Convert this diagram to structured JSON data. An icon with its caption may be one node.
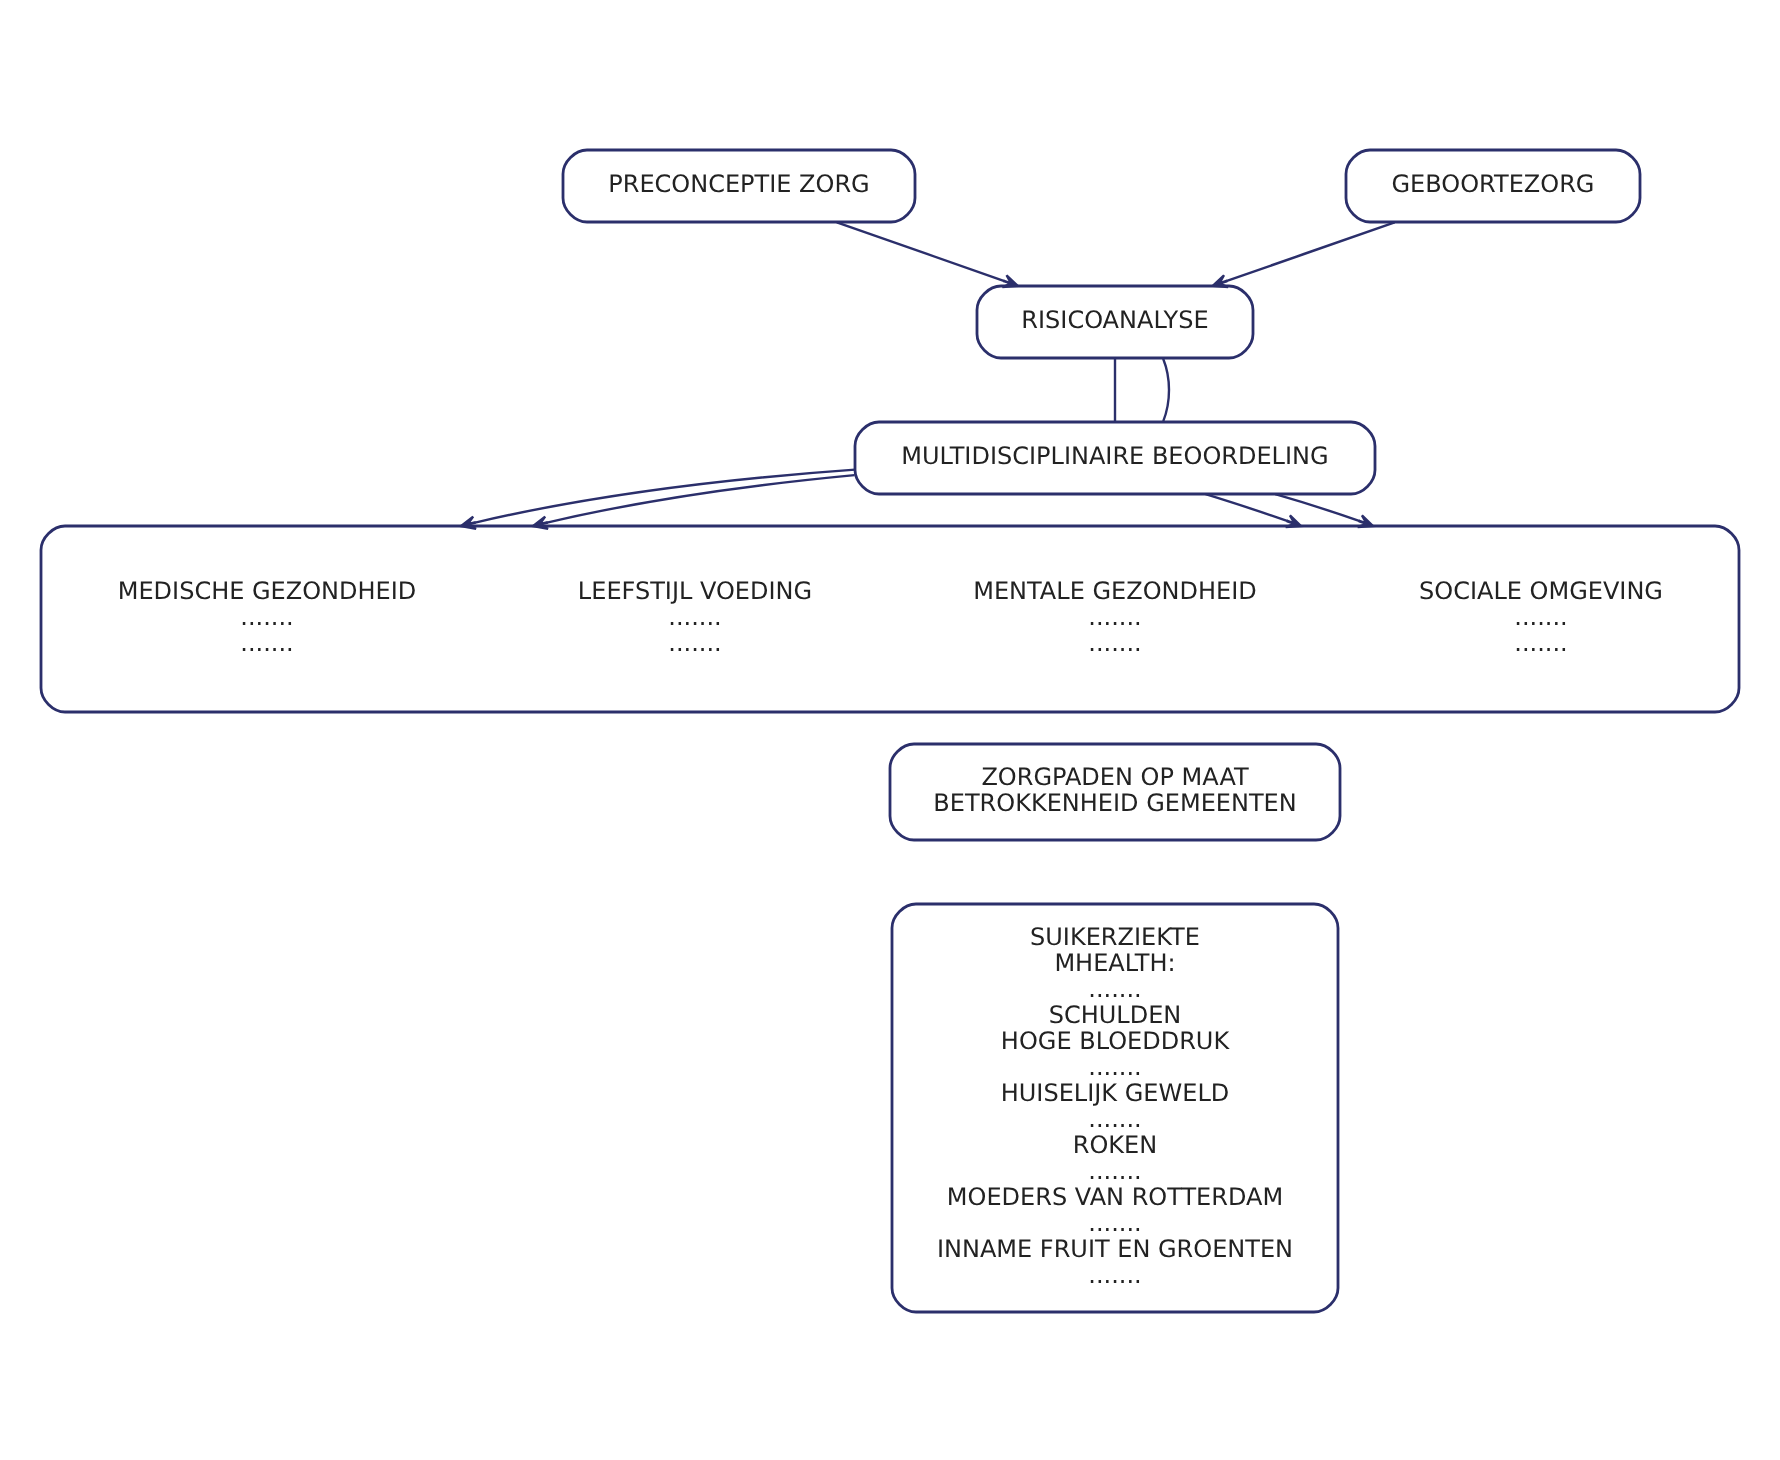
{
  "diagram": {
    "nodes": [
      {
        "text": [
          "PRECONCEPTIE ZORG"
        ]
      },
      {
        "text": [
          "GEBOORTEZORG"
        ]
      },
      {
        "text": [
          "RISICOANALYSE"
        ]
      },
      {
        "text": [
          "MULTIDISCIPLINAIRE BEOORDELING"
        ]
      },
      {
        "text": [],
        "shape": "box"
      },
      {
        "text": [
          "MEDISCHE GEZONDHEID",
          ".......",
          "......."
        ],
        "in": 4
      },
      {
        "text": [
          "LEEFSTIJL VOEDING",
          ".......",
          "......."
        ],
        "in": 4
      },
      {
        "text": [
          "MENTALE GEZONDHEID",
          ".......",
          "......."
        ],
        "in": 4
      },
      {
        "text": [
          "SOCIALE OMGEVING",
          ".......",
          "......."
        ],
        "in": 4
      },
      {
        "text": [
          "ZORGPADEN OP MAAT",
          "BETROKKENHEID GEMEENTEN"
        ]
      },
      {
        "text": [
          "SUIKERZIEKTE",
          "MHEALTH:",
          ".......",
          "SCHULDEN",
          "HOGE BLOEDDRUK",
          ".......",
          "HUISELIJK GEWELD",
          ".......",
          "ROKEN",
          ".......",
          "MOEDERS VAN ROTTERDAM",
          ".......",
          "INNAME FRUIT EN GROENTEN",
          "......."
        ]
      }
    ],
    "edges": [
      {
        "from": 0,
        "to": 2,
        "arrow": "to"
      },
      {
        "from": 1,
        "to": 2,
        "arrow": "to"
      },
      {
        "from": 2,
        "to": 3,
        "arrow": "none"
      },
      {
        "from": 2,
        "to": 3,
        "arrow": "none"
      },
      {
        "from": 3,
        "to": 4,
        "arrow": "to"
      },
      {
        "from": 3,
        "to": 4,
        "arrow": "to"
      },
      {
        "from": 3,
        "to": 4,
        "arrow": "to"
      },
      {
        "from": 3,
        "to": 4,
        "arrow": "to"
      }
    ]
  }
}
